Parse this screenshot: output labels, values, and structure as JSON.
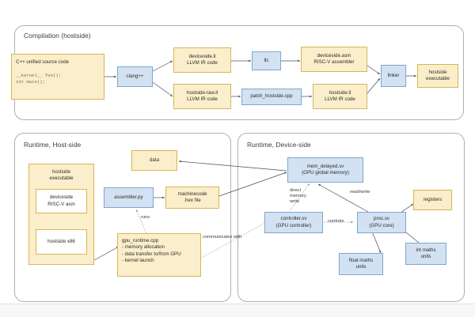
{
  "diagram": {
    "groups": [
      {
        "id": "compilation",
        "title": "Compilation (hostside)"
      },
      {
        "id": "runtime_host",
        "title": "Runtime, Host-side"
      },
      {
        "id": "runtime_device",
        "title": "Runtime, Device-side"
      }
    ],
    "compilation": {
      "source": {
        "title": "C++ unified source code",
        "code_line1": "__kernel__ foo();",
        "code_line2": "int main();"
      },
      "clang": "clang++",
      "deviceside_ll": {
        "line1": "deviceside.ll",
        "line2": "LLVM IR code"
      },
      "llc": "llc",
      "deviceside_asm": {
        "line1": "deviceside.asm",
        "line2": "RISC-V assembler"
      },
      "hostside_raw_ll": {
        "line1": "hostside-raw.ll",
        "line2": "LLVM IR code"
      },
      "patch_hostside": "patch_hostside.cpp",
      "hostside_ll": {
        "line1": "hostside.ll",
        "line2": "LLVM IR code"
      },
      "linker": "linker",
      "hostside_executable": {
        "line1": "hostside",
        "line2": "executable"
      }
    },
    "runtime_host": {
      "data": "data",
      "hostside_executable": {
        "line1": "hostside",
        "line2": "executable"
      },
      "deviceside_asm": {
        "line1": "deviceside",
        "line2": "RISC-V asm"
      },
      "hostside_x86": "hostside x86",
      "assembler": "assembler.py",
      "machinecode": {
        "line1": "machinecode",
        "line2": ".hex file"
      },
      "gpu_runtime": {
        "line1": "gpu_runtime.cpp",
        "line2": "- memory allocation",
        "line3": "- data transfer to/from GPU",
        "line4": "- kernel launch"
      },
      "edge_runs": "runs",
      "edge_communicates": "communicates with"
    },
    "runtime_device": {
      "mem_delayed": {
        "line1": "mem_delayed.sv",
        "line2": "(GPU global memory)"
      },
      "controller": {
        "line1": "controller.sv",
        "line2": "(GPU controller)"
      },
      "proc": {
        "line1": "proc.sv",
        "line2": "(GPU core)"
      },
      "registers": "registers",
      "float_maths": {
        "line1": "float maths",
        "line2": "units"
      },
      "int_maths": {
        "line1": "int maths",
        "line2": "units"
      },
      "edge_direct_memory_write": "direct\nmemory\nwrite",
      "edge_read_write": "read/write",
      "edge_controls": "controls"
    },
    "colors": {
      "yellow_fill": "#fbeecb",
      "yellow_border": "#d6b656",
      "blue_fill": "#d3e2f2",
      "blue_border": "#7ea6cf",
      "group_border": "#b0b0b0",
      "edge": "#4d4d4d",
      "dashed_edge": "#9aa7bb"
    }
  }
}
